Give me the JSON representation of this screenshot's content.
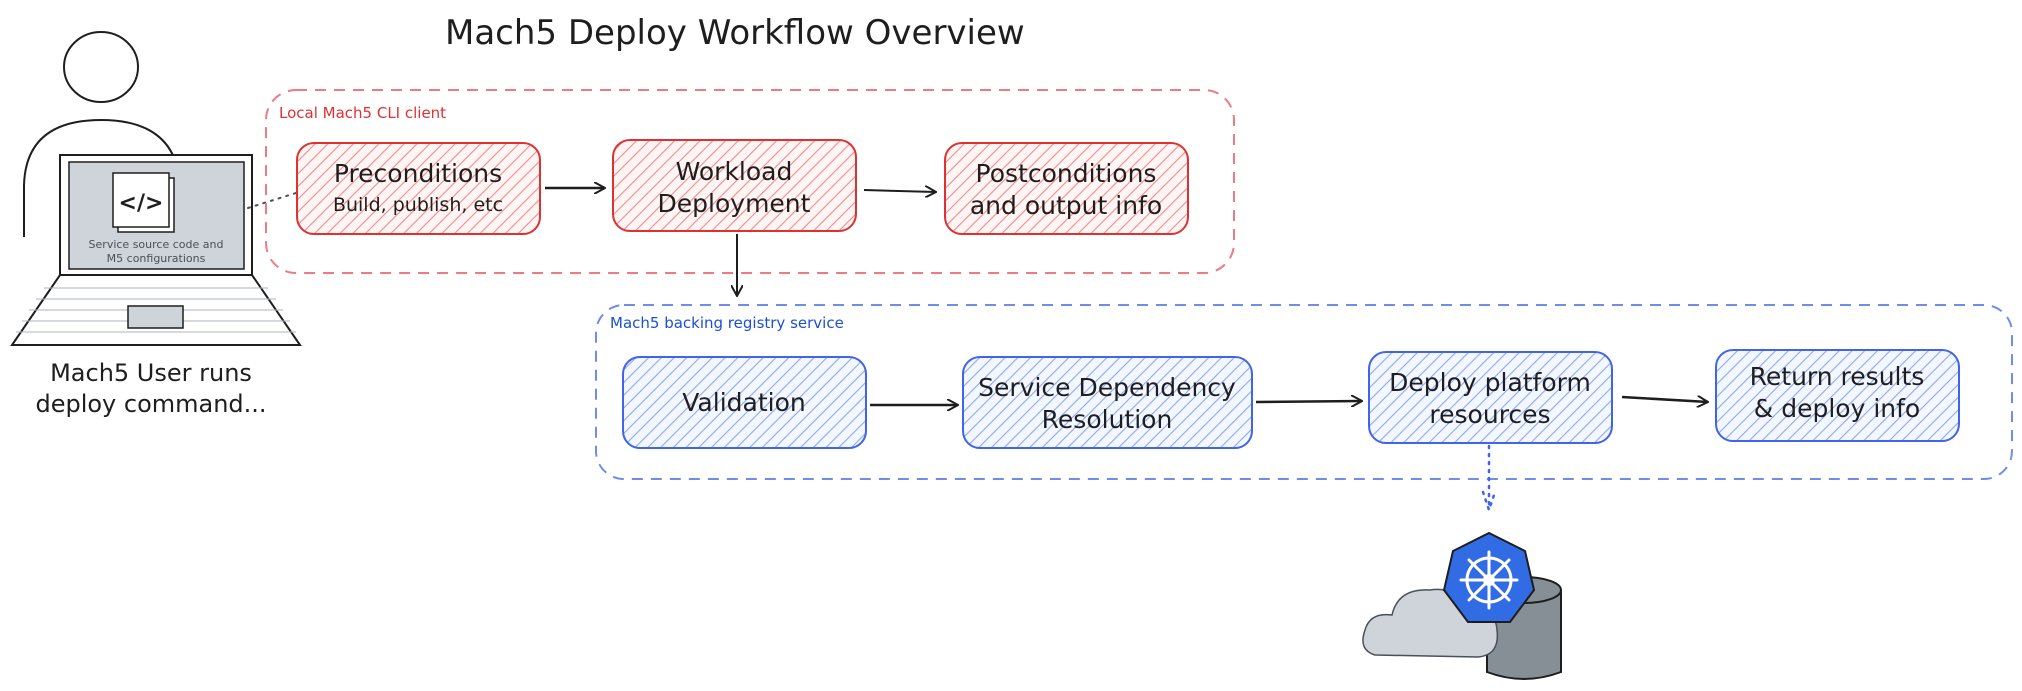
{
  "title": "Mach5 Deploy Workflow Overview",
  "user": {
    "caption_line1": "Mach5 User runs",
    "caption_line2": "deploy command...",
    "screen_line1": "Service source code and",
    "screen_line2": "M5 configurations"
  },
  "local_group": {
    "label": "Local Mach5 CLI client",
    "steps": [
      {
        "line1": "Preconditions",
        "line2": "Build, publish, etc"
      },
      {
        "line1": "Workload",
        "line2": "Deployment"
      },
      {
        "line1": "Postconditions",
        "line2": "and output info"
      }
    ]
  },
  "registry_group": {
    "label": "Mach5 backing registry service",
    "steps": [
      {
        "line1": "Validation"
      },
      {
        "line1": "Service Dependency",
        "line2": "Resolution"
      },
      {
        "line1": "Deploy platform",
        "line2": "resources"
      },
      {
        "line1": "Return results",
        "line2": "& deploy info"
      }
    ]
  },
  "colors": {
    "red_stroke": "#e03131",
    "red_fill": "#ffc9c9",
    "blue_stroke": "#4263eb",
    "blue_fill": "#a5d8ff",
    "k8s_blue": "#326ce5",
    "cloud_gray": "#ced4da",
    "db_gray": "#868e96"
  },
  "icons": [
    "person-icon",
    "laptop-icon",
    "code-file-icon",
    "kubernetes-icon",
    "cloud-icon",
    "database-icon"
  ]
}
